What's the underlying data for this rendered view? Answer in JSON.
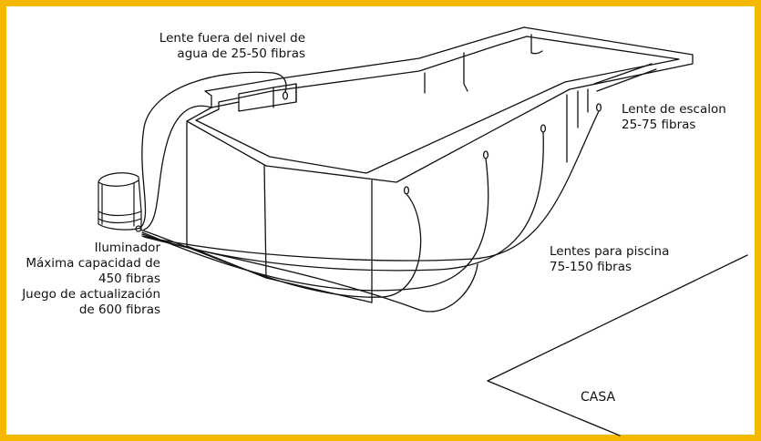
{
  "colors": {
    "frame": "#f5b800",
    "line": "#111111",
    "background": "#ffffff"
  },
  "labels": {
    "out_of_water": {
      "line1": "Lente fuera del nivel de",
      "line2": "agua de 25-50 fibras"
    },
    "step": {
      "line1": "Lente de escalon",
      "line2": "25-75 fibras"
    },
    "pool_lenses": {
      "line1": "Lentes para piscina",
      "line2": "75-150 fibras"
    },
    "illuminator": {
      "line1": "Iluminador",
      "line2": "Máxima capacidad de",
      "line3": "450 fibras",
      "line4": "Juego de actualización",
      "line5": "de 600 fibras"
    },
    "house": "CASA"
  }
}
